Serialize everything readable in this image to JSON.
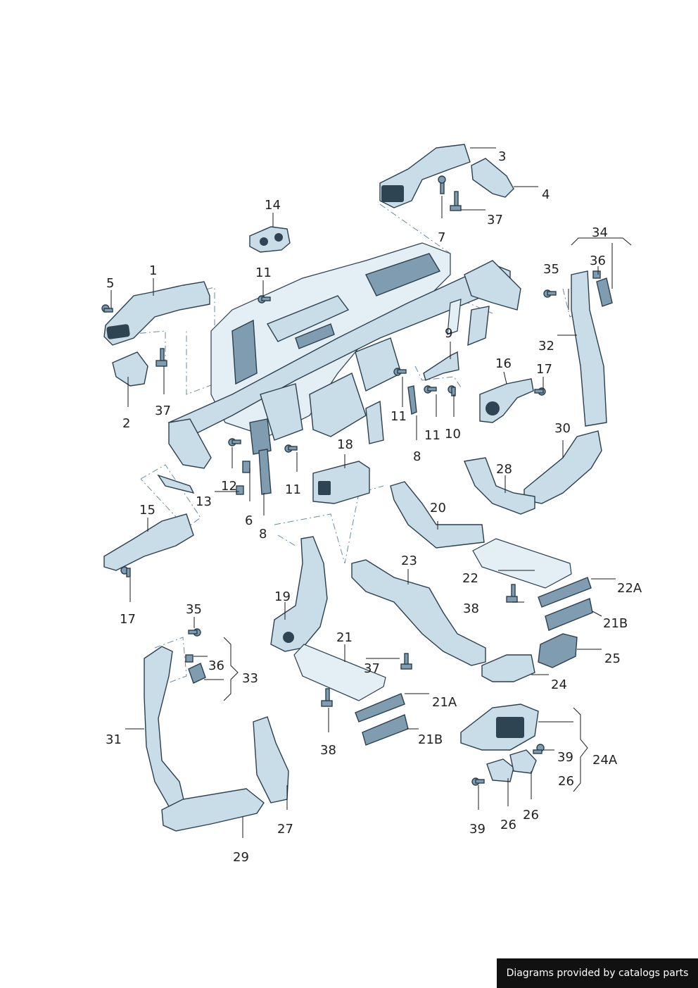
{
  "callouts": {
    "c1": "1",
    "c2": "2",
    "c3": "3",
    "c4": "4",
    "c5": "5",
    "c6": "6",
    "c7": "7",
    "c8a": "8",
    "c8b": "8",
    "c9": "9",
    "c10": "10",
    "c11a": "11",
    "c11b": "11",
    "c11c": "11",
    "c11d": "11",
    "c12": "12",
    "c13": "13",
    "c14": "14",
    "c15": "15",
    "c16": "16",
    "c17a": "17",
    "c17b": "17",
    "c18": "18",
    "c19": "19",
    "c20": "20",
    "c21": "21",
    "c21A": "21A",
    "c21B_top": "21B",
    "c21B": "21B",
    "c22": "22",
    "c22A": "22A",
    "c23": "23",
    "c24": "24",
    "c24A": "24A",
    "c25": "25",
    "c26a": "26",
    "c26b": "26",
    "c26c": "26",
    "c27": "27",
    "c28": "28",
    "c29": "29",
    "c30": "30",
    "c31": "31",
    "c32": "32",
    "c33": "33",
    "c34": "34",
    "c35a": "35",
    "c35b": "35",
    "c36a": "36",
    "c36b": "36",
    "c37a": "37",
    "c37b": "37",
    "c37c": "37",
    "c38a": "38",
    "c38b": "38",
    "c39a": "39",
    "c39b": "39"
  },
  "footer": {
    "text": "Diagrams provided by catalogs parts"
  }
}
